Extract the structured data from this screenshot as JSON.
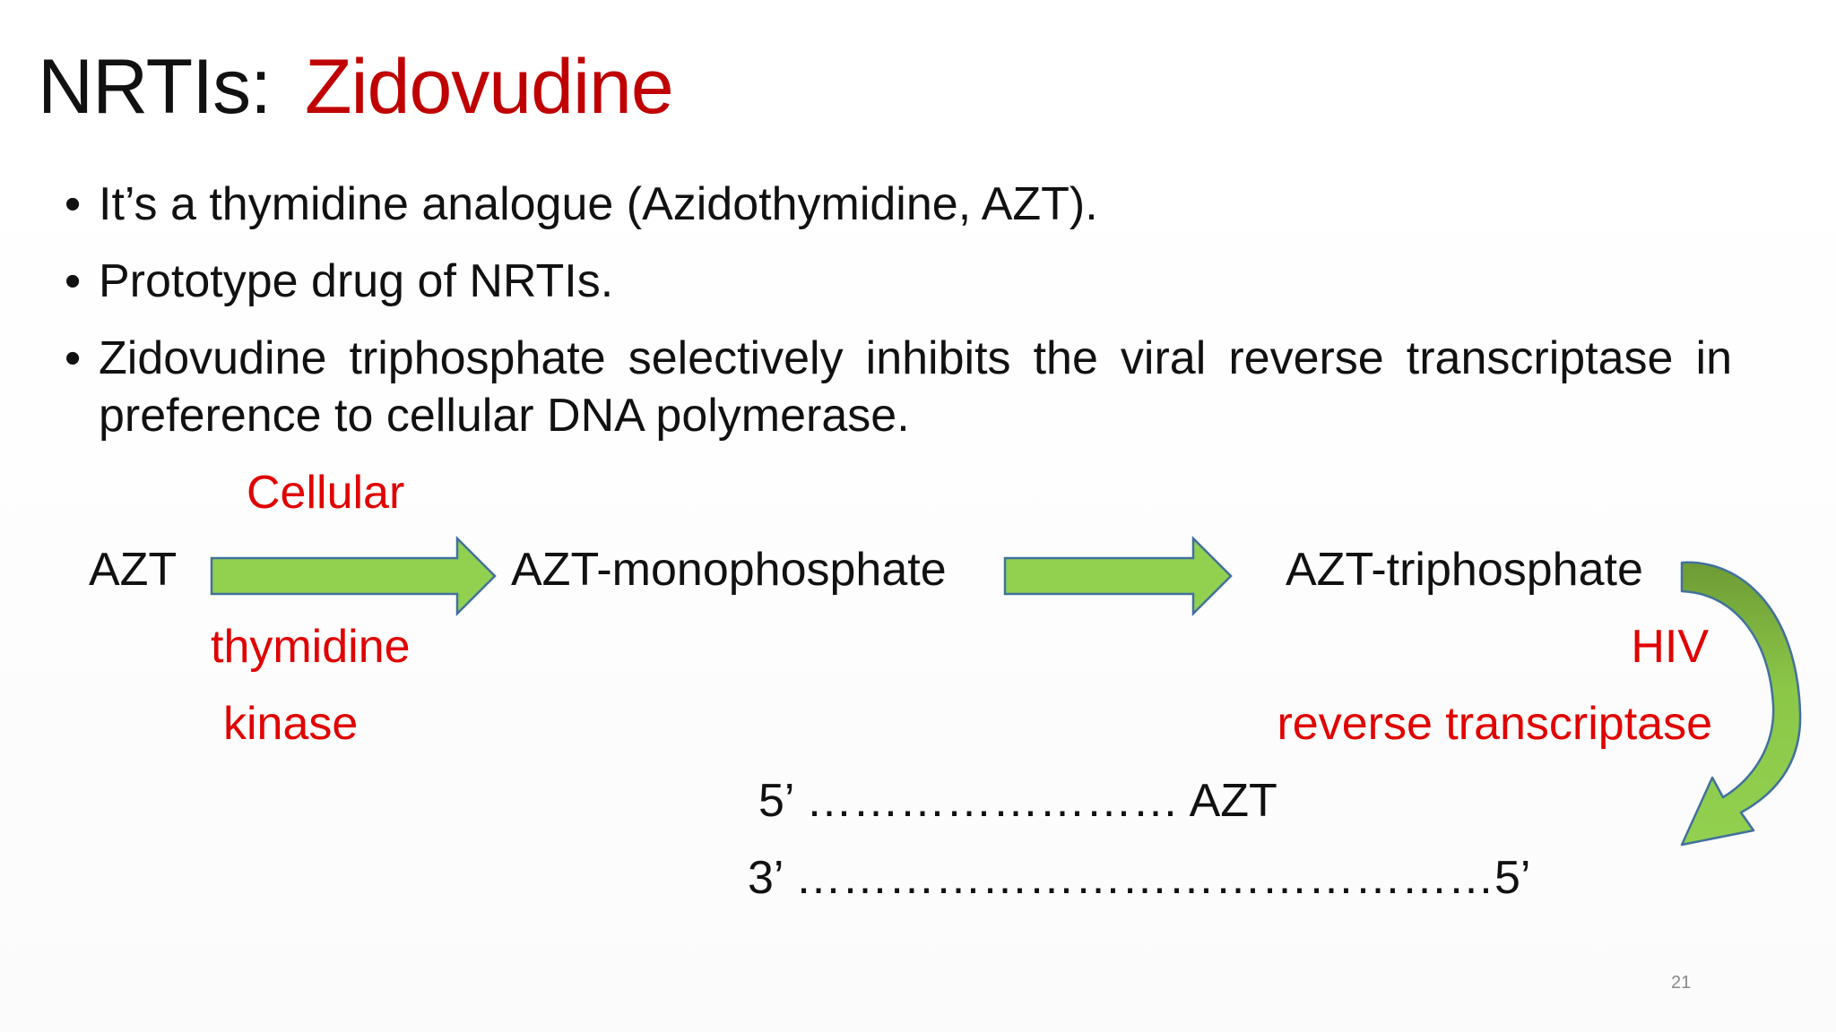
{
  "title": {
    "prefix": "NRTIs:",
    "drug": "Zidovudine"
  },
  "bullets": [
    "It’s a thymidine analogue (Azidothymidine, AZT).",
    "Prototype drug of NRTIs.",
    "Zidovudine triphosphate selectively inhibits the viral reverse transcriptase in preference to cellular DNA polymerase."
  ],
  "pathway": {
    "start": "AZT",
    "step1": "AZT-monophosphate",
    "step2": "AZT-triphosphate",
    "enzyme1": {
      "line1": "Cellular",
      "line2": "thymidine",
      "line3": "kinase"
    },
    "enzyme2": {
      "line1": "HIV",
      "line2": "reverse transcriptase"
    },
    "strand1": "5’ …………………… AZT",
    "strand2": "3’ ………………………………………5’"
  },
  "page_number": "21",
  "colors": {
    "title_accent": "#c00000",
    "enzyme_text": "#e00000",
    "arrow_fill": "#92d050",
    "arrow_stroke": "#41719c"
  }
}
